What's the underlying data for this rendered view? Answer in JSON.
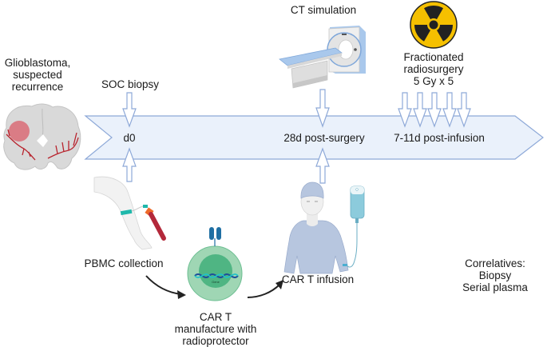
{
  "labels": {
    "glioblastoma": [
      "Glioblastoma,",
      "suspected",
      "recurrence"
    ],
    "soc_biopsy": "SOC biopsy",
    "ct_simulation": "CT simulation",
    "radiosurgery": [
      "Fractionated",
      "radiosurgery",
      "5 Gy x 5"
    ],
    "pbmc_collection": "PBMC collection",
    "car_t_manufacture": [
      "CAR T",
      "manufacture with",
      "radioprotector"
    ],
    "car_t_infusion": "CAR T infusion",
    "correlatives": [
      "Correlatives:",
      "Biopsy",
      "Serial plasma"
    ],
    "gene": "Gene"
  },
  "timeline": {
    "milestones": [
      "d0",
      "28d post-surgery",
      "7-11d post-infusion"
    ]
  },
  "colors": {
    "timeline_fill": "#eaf1fb",
    "timeline_stroke": "#8ea9d8",
    "arrow_fill": "#ffffff",
    "radiation_yellow": "#f5c000",
    "cell_outer": "#9fd6b4",
    "cell_inner": "#4fb583",
    "car_receptor": "#1f6fa3",
    "brain_gray": "#d6d6d6",
    "tumor_red": "#d04a55",
    "scanner_blue": "#a9c8ec",
    "patient_gown": "#b7c6df",
    "iv_bag": "#8ccbdc"
  }
}
